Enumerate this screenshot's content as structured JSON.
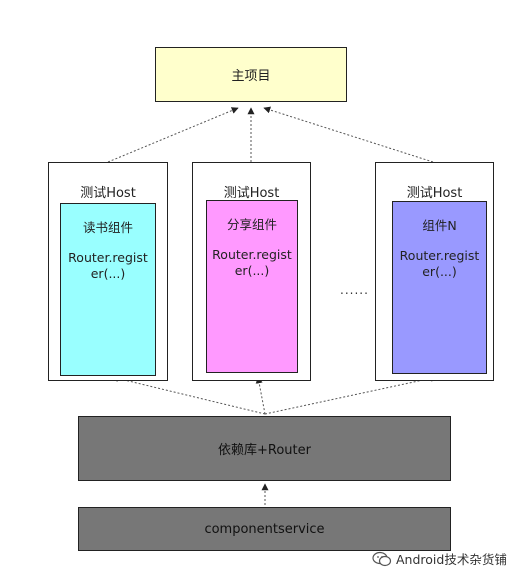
{
  "main_project": "主项目",
  "hosts": [
    {
      "title": "测试Host",
      "component": "读书组件",
      "code": "Router.register(...)",
      "color": "#99ffff"
    },
    {
      "title": "测试Host",
      "component": "分享组件",
      "code": "Router.register(...)",
      "color": "#ff99ff"
    },
    {
      "title": "测试Host",
      "component": "组件N",
      "code": "Router.register(...)",
      "color": "#9999ff"
    }
  ],
  "ellipsis": "......",
  "dependency_layer": "依赖库+Router",
  "service_layer": "componentservice",
  "watermark": "Android技术杂货铺"
}
